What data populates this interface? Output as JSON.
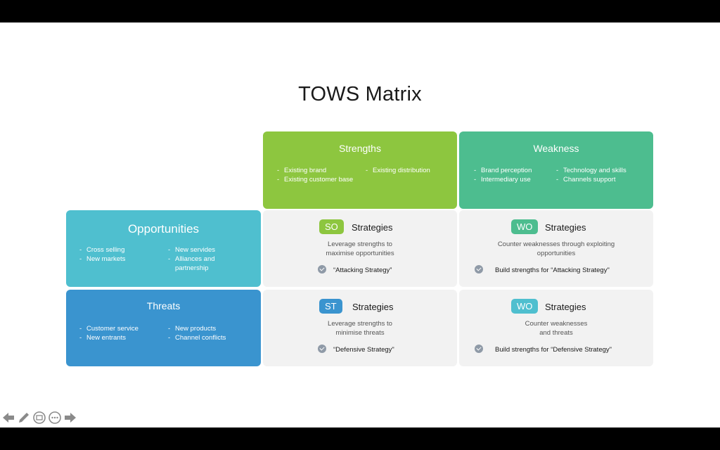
{
  "slide": {
    "title": "TOWS Matrix"
  },
  "strengths": {
    "title": "Strengths",
    "col1": [
      "Existing brand",
      "Existing customer base"
    ],
    "col2": [
      "Existing distribution"
    ],
    "color": "#8dc63f"
  },
  "weakness": {
    "title": "Weakness",
    "col1": [
      "Brand perception",
      "Intermediary use"
    ],
    "col2": [
      "Technology and skills",
      "Channels support"
    ],
    "color": "#4dbd8f"
  },
  "opportunities": {
    "title": "Opportunities",
    "col1": [
      "Cross selling",
      "New markets"
    ],
    "col2": [
      "New servides",
      "Alliances and partnership"
    ],
    "color": "#4fbfcf"
  },
  "threats": {
    "title": "Threats",
    "col1": [
      "Customer service",
      "New entrants"
    ],
    "col2": [
      "New products",
      "Channel conflicts"
    ],
    "color": "#3a94cf"
  },
  "cells": {
    "so": {
      "badge": "SO",
      "label": "Strategies",
      "desc1": "Leverage strengths to",
      "desc2": "maximise opportunities",
      "note": "“Attacking Strategy”",
      "color": "#8dc63f"
    },
    "wo1": {
      "badge": "WO",
      "label": "Strategies",
      "desc1": "Counter weaknesses through exploiting",
      "desc2": "opportunities",
      "note": "Build strengths for “Attacking Strategy\"",
      "color": "#4dbd8f"
    },
    "st": {
      "badge": "ST",
      "label": "Strategies",
      "desc1": "Leverage strengths to",
      "desc2": "minimise threats",
      "note": "“Defensive Strategy\"",
      "color": "#3a94cf"
    },
    "wo2": {
      "badge": "WO",
      "label": "Strategies",
      "desc1": "Counter weaknesses",
      "desc2": "and threats",
      "note": "Build strengths for “Defensive Strategy\"",
      "color": "#4fbfcf"
    }
  },
  "toolbar": {
    "icons": [
      "arrow-left-icon",
      "pen-icon",
      "slides-icon",
      "more-icon",
      "arrow-right-icon"
    ]
  }
}
